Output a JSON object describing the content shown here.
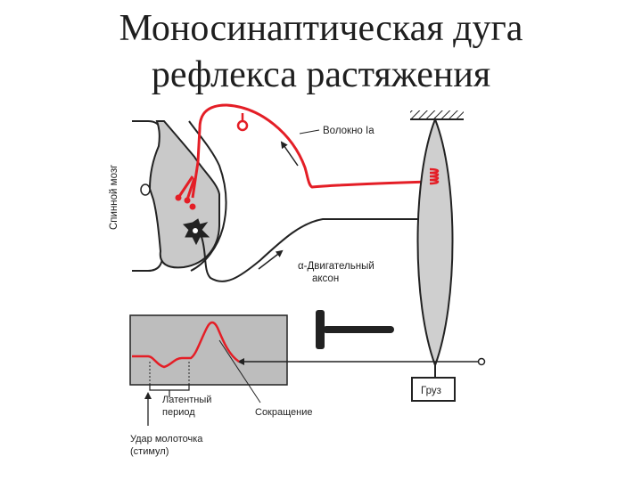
{
  "title": {
    "line1": "Моносинаптическая дуга",
    "line2": "рефлекса растяжения"
  },
  "labels": {
    "spinal_cord": "Спинной мозг",
    "fiber_ia": "Волокно Ia",
    "motor_axon_line1": "α-Двигательный",
    "motor_axon_line2": "аксон",
    "latent_period_line1": "Латентный",
    "latent_period_line2": "период",
    "contraction": "Сокращение",
    "hammer_strike_line1": "Удар молоточка",
    "hammer_strike_line2": "(стимул)",
    "weight": "Груз"
  },
  "colors": {
    "afferent_red": "#e41e26",
    "gray_matter": "#c9c9c9",
    "muscle": "#cfcfcf",
    "record_panel": "#bdbdbd",
    "ink": "#222222"
  },
  "icons": {
    "hammer": "reflex-hammer-icon",
    "motor_neuron": "motor-neuron-star-icon",
    "ceiling": "hatched-support-icon"
  }
}
